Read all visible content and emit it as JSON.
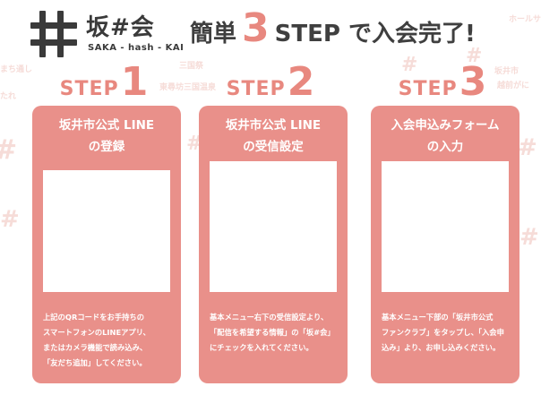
{
  "logo": {
    "title": "坂#会",
    "subtitle": "SAKA - hash - KAI"
  },
  "headline": {
    "prefix": "簡単",
    "number": "3",
    "suffix": "STEP で入会完了!"
  },
  "background_words": [
    "まち通し",
    "三国祭",
    "東尋坊三国温泉",
    "越前がに",
    "坂井市",
    "ホールサウンド",
    "たれ"
  ],
  "steps": [
    {
      "step_word": "STEP",
      "step_num": "1",
      "title": "坂井市公式 LINE\nの登録",
      "text": "上記のQRコードをお手持ちの\nスマートフォンのLINEアプリ、\nまたはカメラ機能で読み込み、\n「友だち追加」してください。"
    },
    {
      "step_word": "STEP",
      "step_num": "2",
      "title": "坂井市公式 LINE\nの受信設定",
      "text": "基本メニュー右下の受信設定より、\n「配信を希望する情報」の「坂#会」\nにチェックを入れてください。"
    },
    {
      "step_word": "STEP",
      "step_num": "3",
      "title": "入会申込みフォーム\nの入力",
      "text": "基本メニュー下部の「坂井市公式\nファンクラブ」をタップし、「入会申\n込み」より、お申し込みください。"
    }
  ],
  "colors": {
    "accent": "#e8887f",
    "card": "#e9908a",
    "text_dark": "#3f3f3f"
  }
}
